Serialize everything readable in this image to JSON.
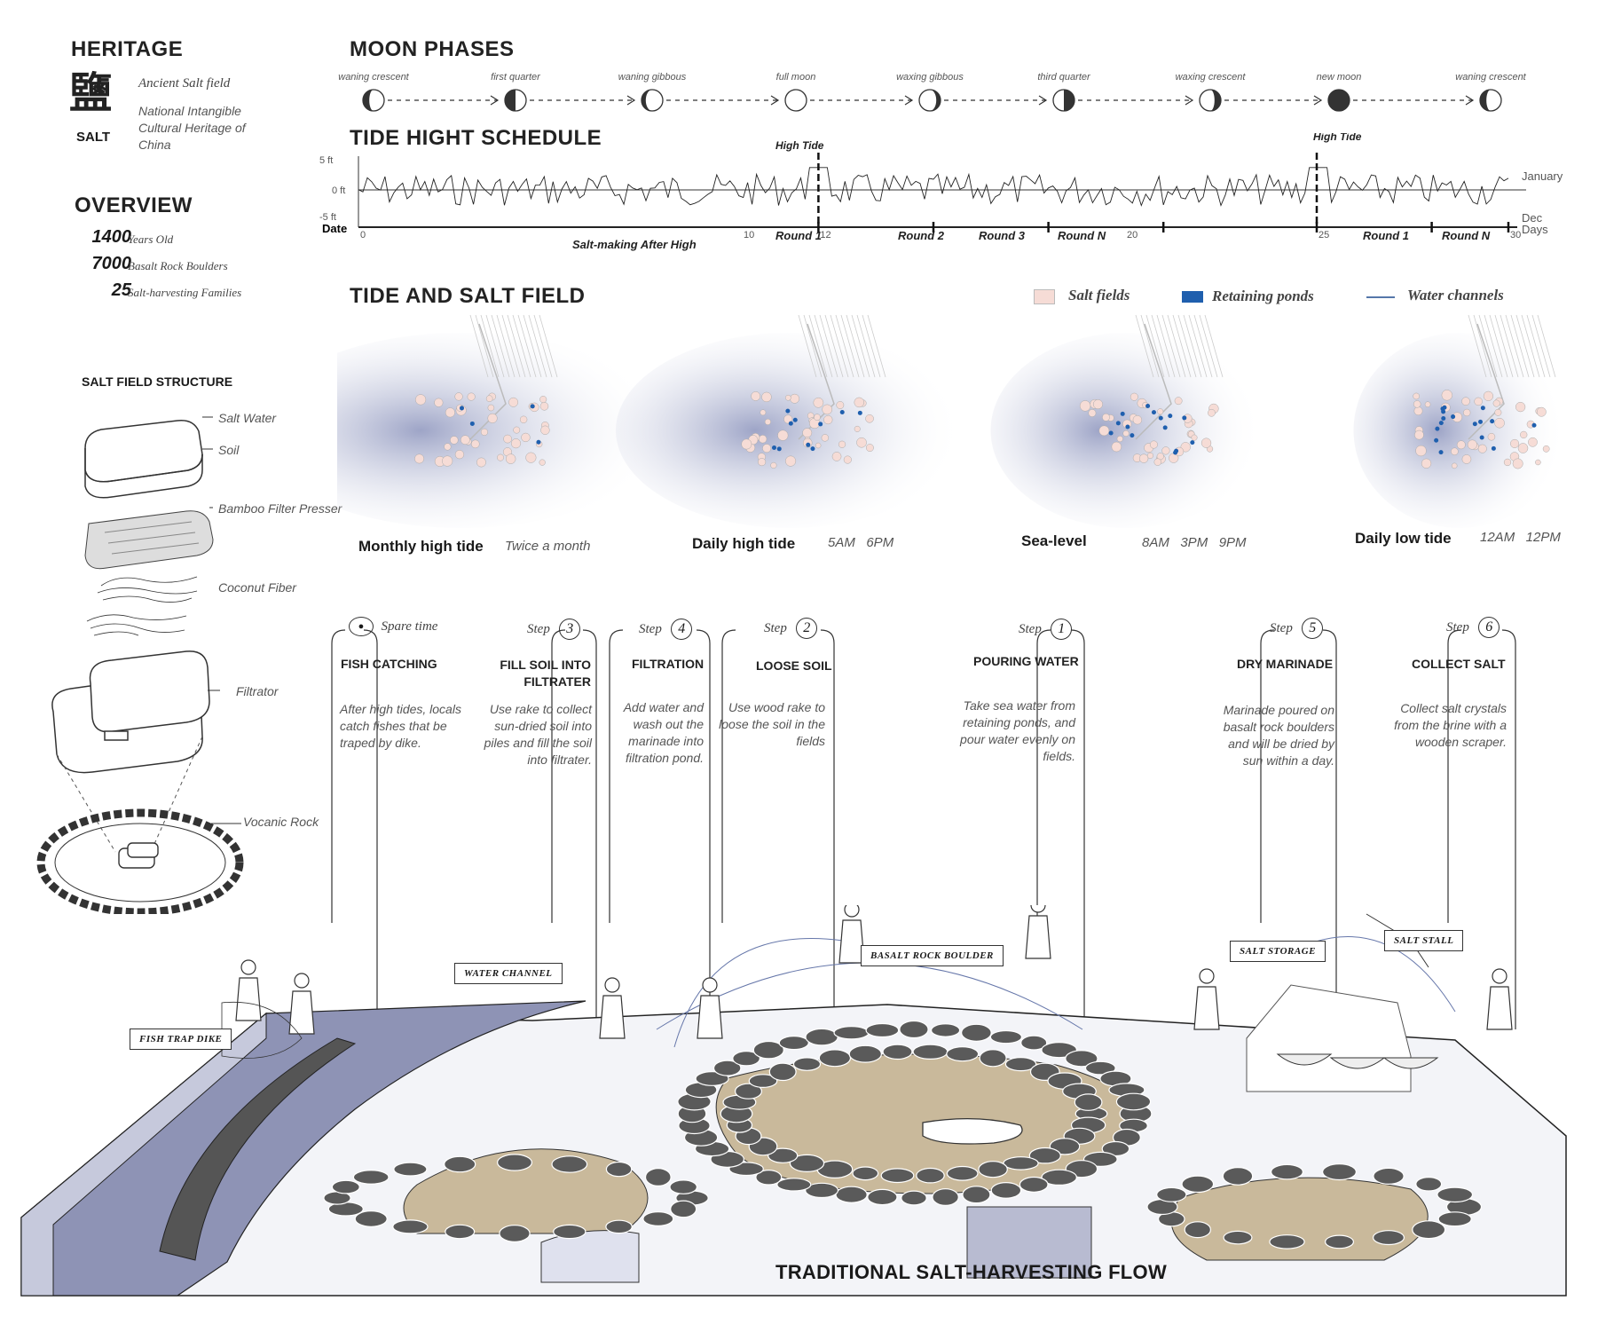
{
  "heritage": {
    "title": "HERITAGE",
    "glyph": "鹽",
    "glyph_label": "SALT",
    "subtitle": "Ancient Salt field",
    "description": "National Intangible Cultural Heritage of China"
  },
  "overview": {
    "title": "OVERVIEW",
    "stats": [
      {
        "value": "1400",
        "label": "Years Old"
      },
      {
        "value": "7000",
        "label": "Basalt Rock Boulders"
      },
      {
        "value": "25",
        "label": "Salt-harvesting Families"
      }
    ]
  },
  "structure": {
    "title": "SALT FIELD STRUCTURE",
    "layers": [
      "Salt Water",
      "Soil",
      "Bamboo Filter Presser",
      "Coconut Fiber",
      "Filtrator",
      "Vocanic Rock"
    ]
  },
  "moon_phases": {
    "title": "MOON PHASES",
    "phases": [
      {
        "label": "waning crescent",
        "shape": "waning-crescent"
      },
      {
        "label": "first quarter",
        "shape": "first-quarter"
      },
      {
        "label": "waning gibbous",
        "shape": "waning-gibbous"
      },
      {
        "label": "full moon",
        "shape": "full"
      },
      {
        "label": "waxing gibbous",
        "shape": "waxing-gibbous"
      },
      {
        "label": "third quarter",
        "shape": "third-quarter"
      },
      {
        "label": "waxing crescent",
        "shape": "waxing-crescent"
      },
      {
        "label": "new moon",
        "shape": "new"
      },
      {
        "label": "waning crescent",
        "shape": "waning-crescent"
      }
    ]
  },
  "tide_schedule": {
    "title": "TIDE HIGHT SCHEDULE",
    "y_labels": [
      "5 ft",
      "0 ft",
      "-5 ft"
    ],
    "x_axis_label": "Date",
    "x_ticks": [
      "0",
      "10",
      "12",
      "20",
      "25",
      "30"
    ],
    "high_tide_label": "High Tide",
    "high_tide_days": [
      12,
      25
    ],
    "right_top": "January",
    "right_bottom": [
      "Dec",
      "Days"
    ],
    "segment_label": "Salt-making After High",
    "rounds": [
      "Round 1",
      "Round 2",
      "Round 3",
      "Round N",
      "Round 1",
      "Round N"
    ]
  },
  "tide_salt_field": {
    "title": "TIDE AND SALT FIELD",
    "legend": [
      {
        "label": "Salt fields",
        "color": "#f6dcd6"
      },
      {
        "label": "Retaining ponds",
        "color": "#1f5fae"
      },
      {
        "label": "Water channels",
        "color": "#5577aa"
      }
    ],
    "maps": [
      {
        "name": "Monthly high tide",
        "time": "Twice a month"
      },
      {
        "name": "Daily high tide",
        "time": "5AM   6PM"
      },
      {
        "name": "Sea-level",
        "time": "8AM   3PM   9PM"
      },
      {
        "name": "Daily low tide",
        "time": "12AM   12PM"
      }
    ]
  },
  "steps": [
    {
      "badge": "Spare time",
      "title": "FISH CATCHING",
      "desc": "After high tides, locals catch fishes that be traped by dike."
    },
    {
      "badge": "Step",
      "num": "3",
      "title": "FILL SOIL INTO FILTRATER",
      "desc": "Use rake to collect sun-dried soil into piles and fill the soil into filtrater."
    },
    {
      "badge": "Step",
      "num": "4",
      "title": "FILTRATION",
      "desc": "Add water and wash out the marinade into filtration pond."
    },
    {
      "badge": "Step",
      "num": "2",
      "title": "LOOSE SOIL",
      "desc": "Use wood rake to loose the soil in the fields"
    },
    {
      "badge": "Step",
      "num": "1",
      "title": "POURING WATER",
      "desc": "Take sea water from retaining ponds, and pour water evenly on fields."
    },
    {
      "badge": "Step",
      "num": "5",
      "title": "DRY MARINADE",
      "desc": "Marinade poured on basalt rock boulders and will be dried by sun within a day."
    },
    {
      "badge": "Step",
      "num": "6",
      "title": "COLLECT SALT",
      "desc": "Collect salt crystals from the brine with a wooden scraper."
    }
  ],
  "callouts": [
    "FISH TRAP DIKE",
    "WATER CHANNEL",
    "BASALT ROCK BOULDER",
    "SALT STORAGE",
    "SALT STALL"
  ],
  "flow_title": "TRADITIONAL SALT-HARVESTING FLOW",
  "colors": {
    "water": "#8e93b5",
    "soil": "#c9b99b",
    "rock": "#5a5a5a",
    "ink": "#222222"
  }
}
